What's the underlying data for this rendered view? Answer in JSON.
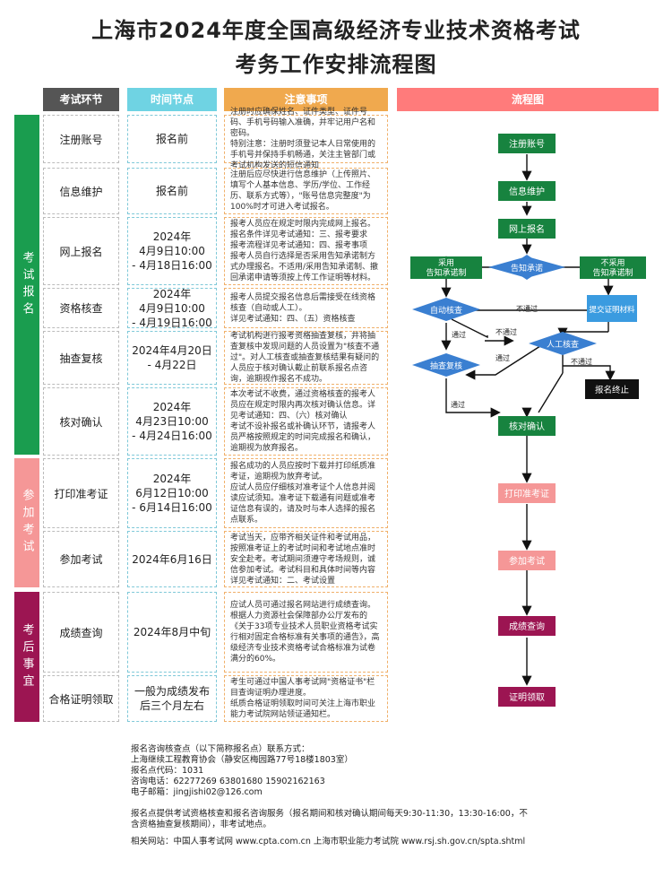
{
  "title_line1": "上海市2024年度全国高级经济专业技术资格考试",
  "title_line2": "考务工作安排流程图",
  "headers": {
    "step": "考试环节",
    "time": "时间节点",
    "note": "注意事项",
    "flow": "流程图"
  },
  "phases": [
    "考试报名",
    "参加考试",
    "考后事宜"
  ],
  "rows": [
    {
      "step": "注册账号",
      "time": "报名前",
      "note": "注册时应确保姓名、证件类型、证件号码、手机号码输入准确，并牢记用户名和密码。\n特别注意：注册时须登记本人日常使用的手机号并保持手机畅通，关注主管部门或考试机构发送的短信通知"
    },
    {
      "step": "信息维护",
      "time": "报名前",
      "note": "注册后应尽快进行信息维护（上传照片、填写个人基本信息、学历/学位、工作经历、联系方式等），\"账号信息完整度\"为100%时才可进入考试报名。"
    },
    {
      "step": "网上报名",
      "time": "2024年\n4月9日10:00\n- 4月18日16:00",
      "note": "报考人员应在规定时限内完成网上报名。\n报名条件详见考试通知：三、报考要求\n报考流程详见考试通知：四、报考事项\n报考人员自行选择是否采用告知承诺制方式办理报名。不适用/采用告知承诺制、撤回承诺申请等须按上传工作证明等材料。"
    },
    {
      "step": "资格核查",
      "time": "2024年\n4月9日10:00\n- 4月19日16:00",
      "note": "报考人员提交报名信息后需接受在线资格核查（自动或人工）。\n详见考试通知：四、（五）资格核查"
    },
    {
      "step": "抽查复核",
      "time": "2024年4月20日\n- 4月22日",
      "note": "考试机构进行报考资格抽查复核，并将抽查复核中发现问题的人员设置为\"核查不通过\"。对人工核查或抽查复核结果有疑问的人员应于核对确认截止前联系报名点咨询，逾期视作报名不成功。"
    },
    {
      "step": "核对确认",
      "time": "2024年\n4月23日10:00\n- 4月24日16:00",
      "note": "本次考试不收费，通过资格核查的报考人员应在规定时限内再次核对确认信息。详见考试通知：四、（六）核对确认\n考试不设补报名或补确认环节，请报考人员严格按照规定的时间完成报名和确认，逾期视为放弃报名。"
    },
    {
      "step": "打印准考证",
      "time": "2024年\n6月12日10:00\n- 6月14日16:00",
      "note": "报名成功的人员应按时下载并打印纸质准考证，逾期视为放弃考试。\n应试人员应仔细核对准考证个人信息并阅读应试须知。准考证下载通有问题或准考证信息有误的，请及时与本人选择的报名点联系。"
    },
    {
      "step": "参加考试",
      "time": "2024年6月16日",
      "note": "考试当天，应带齐相关证件和考试用品，按照准考证上的考试时间和考试地点准时安全赴考。考试期间须遵守考场规则，诚信参加考试。考试科目和具体时间等内容详见考试通知：二、考试设置"
    },
    {
      "step": "成绩查询",
      "time": "2024年8月中旬",
      "note": "应试人员可通过报名网站进行成绩查询。根据人力资源社会保障部办公厅发布的《关于33项专业技术人员职业资格考试实行相对固定合格标准有关事项的通告》，高级经济专业技术资格考试合格标准为试卷满分的60%。"
    },
    {
      "step": "合格证明领取",
      "time": "一般为成绩发布\n后三个月左右",
      "note": "考生可通过中国人事考试网\"资格证书\"栏目查询证明办理进度。\n纸质合格证明领取时间可关注上海市职业能力考试院网站领证通知栏。"
    }
  ],
  "flow": {
    "register": "注册账号",
    "info": "信息维护",
    "apply": "网上报名",
    "promise": "告知承诺",
    "adopt": "采用\n告知承诺制",
    "notadopt": "不采用\n告知承诺制",
    "auto": "自动核查",
    "submit": "提交证明材料",
    "spot": "抽查复核",
    "manual": "人工核查",
    "stop": "报名终止",
    "confirm": "核对确认",
    "print": "打印准考证",
    "exam": "参加考试",
    "score": "成绩查询",
    "cert": "证明领取",
    "pass": "通过",
    "fail": "不通过"
  },
  "footer": {
    "block1": "报名咨询核查点（以下简称报名点）联系方式：\n上海继续工程教育协会（静安区梅园路77号18楼1803室）\n报名点代码：1031\n咨询电话：62277269  63801680  15902162163\n电子邮箱：jingjishi02@126.com",
    "block2": "报名点提供考试资格核查和报名咨询服务（报名期间和核对确认期间每天9:30-11:30，13:30-16:00，不含资格抽查复核期间），非考试地点。",
    "block3": "相关网站：中国人事考试网 www.cpta.com.cn     上海市职业能力考试院 www.rsj.sh.gov.cn/spta.shtml"
  },
  "colors": {
    "gray": "#555555",
    "cyan": "#6fd3e3",
    "orange": "#f0a94e",
    "coral": "#ff7b7b",
    "green": "#1a9d4f",
    "pink": "#f59797",
    "maroon": "#9c1552",
    "blue": "#3a7fd1",
    "darkgreen": "#17833f"
  }
}
